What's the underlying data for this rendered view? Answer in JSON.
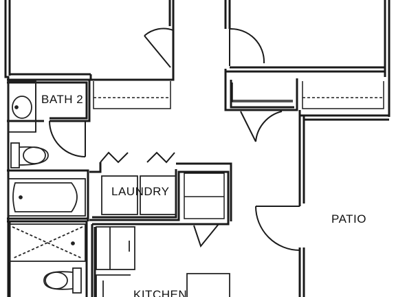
{
  "rooms": {
    "bath2": "BATH 2",
    "laundry": "LAUNDRY",
    "patio": "PATIO",
    "kitchen": "KITCHEN"
  },
  "colors": {
    "wall": "#1a1a1a",
    "fixture": "#222222",
    "background": "#ffffff"
  }
}
